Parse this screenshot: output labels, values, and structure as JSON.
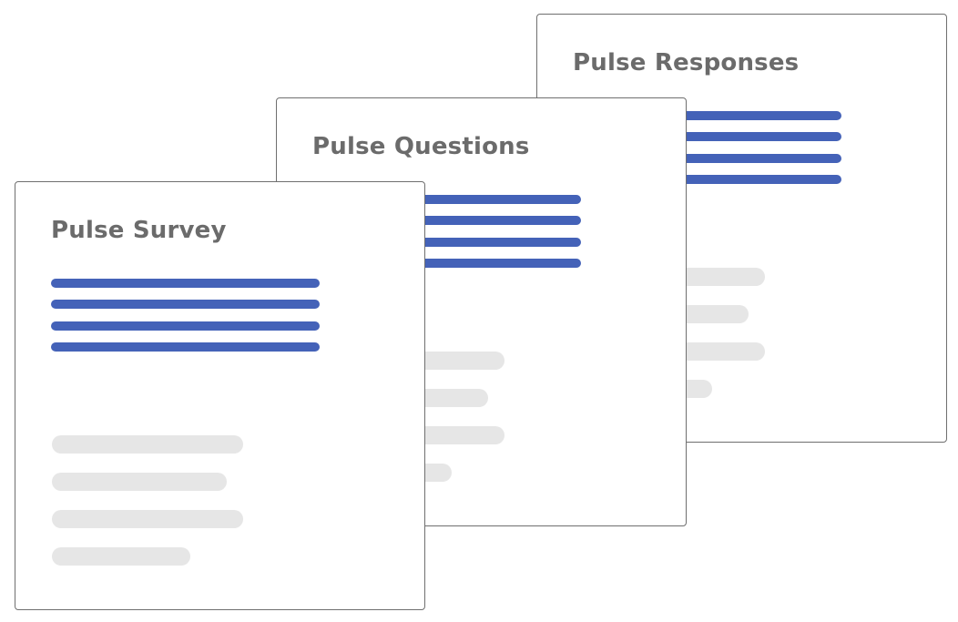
{
  "cards": [
    {
      "title": "Pulse Responses"
    },
    {
      "title": "Pulse Questions"
    },
    {
      "title": "Pulse Survey"
    }
  ],
  "colors": {
    "accent_line": "#4462b8",
    "placeholder_line": "#e6e6e6",
    "title_text": "#6b6b6b",
    "card_border": "#6f6f6f"
  }
}
